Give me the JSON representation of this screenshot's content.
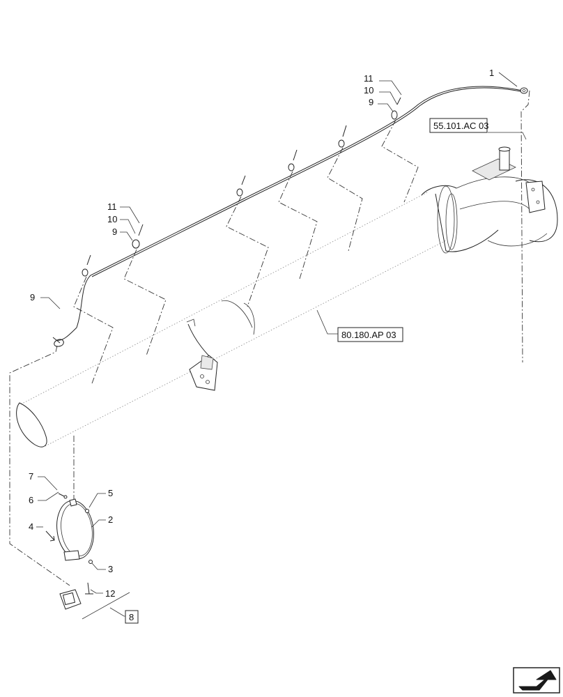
{
  "callouts": {
    "c1": "1",
    "c11a": "11",
    "c10a": "10",
    "c9a": "9",
    "c11b": "11",
    "c10b": "10",
    "c9b": "9",
    "c9c": "9",
    "c7": "7",
    "c6": "6",
    "c5": "5",
    "c4": "4",
    "c2": "2",
    "c3": "3",
    "c12": "12"
  },
  "references": {
    "ref_55": "55.101.AC 03",
    "ref_80": "80.180.AP 03",
    "ref_8": "8"
  },
  "icons": {
    "nav": "next-page-arrow-icon"
  }
}
